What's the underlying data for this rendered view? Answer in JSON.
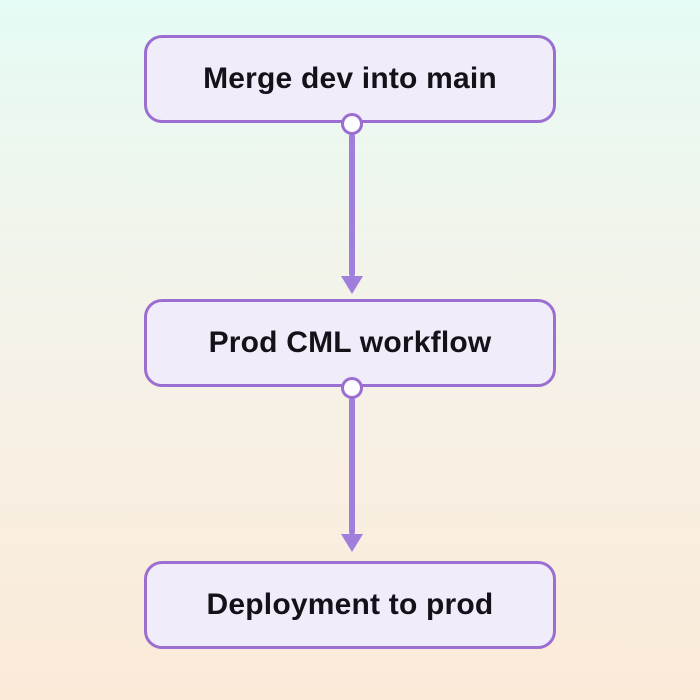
{
  "flowchart": {
    "nodes": [
      {
        "label": "Merge dev into main"
      },
      {
        "label": "Prod CML workflow"
      },
      {
        "label": "Deployment to prod"
      }
    ],
    "connectors": [
      {
        "from": "Merge dev into main",
        "to": "Prod CML workflow",
        "type": "arrow-down"
      },
      {
        "from": "Prod CML workflow",
        "to": "Deployment to prod",
        "type": "arrow-down"
      }
    ],
    "colors": {
      "node_fill": "#f1ecfa",
      "node_border": "#9b6fd2",
      "arrow": "#a07edb",
      "connector_dot_fill": "#fdfcff",
      "text": "#141218",
      "background_top": "#e5fbf5",
      "background_middle": "#f4f2e9",
      "background_bottom": "#fbead8"
    }
  }
}
